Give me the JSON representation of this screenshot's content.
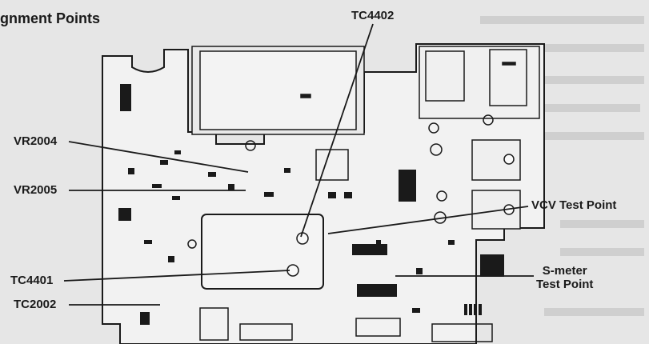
{
  "heading": "gnment Points",
  "callouts": {
    "tc4402": "TC4402",
    "vr2004": "VR2004",
    "vr2005": "VR2005",
    "vcv": "VCV Test Point",
    "tc4401": "TC4401",
    "tc2002": "TC2002",
    "smeter_line1": "S-meter",
    "smeter_line2": "Test Point"
  },
  "colors": {
    "background": "#e6e6e6",
    "board": "#f2f2f2",
    "ink": "#1a1a1a",
    "text_gray": "#c9c9c9"
  }
}
